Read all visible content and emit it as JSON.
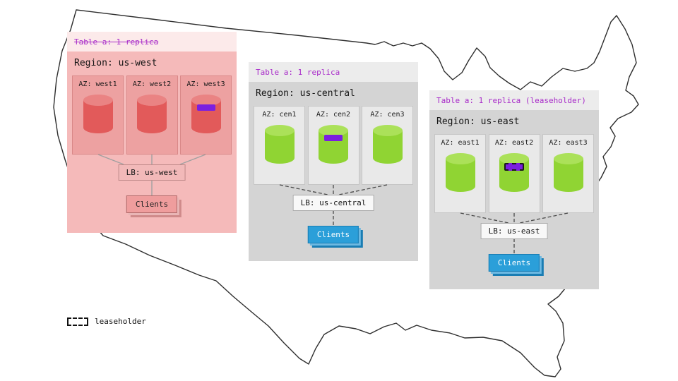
{
  "colors": {
    "purple-text": "#a82bc9",
    "replica-fill": "#7b1fe0",
    "west-panel": "#f5baba",
    "west-header": "#fceaea",
    "west-az": "#eda1a1",
    "west-cyl": "#e25a5a",
    "west-cyl-top": "#ea8383",
    "west-lb": "#f2b9b9",
    "west-clients": "#ef9d9d",
    "gray-panel": "#d4d4d4",
    "gray-header": "#ececec",
    "gray-az": "#e9e9e9",
    "green-cyl": "#90d433",
    "green-cyl-top": "#abe159",
    "lb-bg": "#f8f8f8",
    "clients-blue": "#2b9fd9",
    "map-stroke": "#2e2e2e"
  },
  "regions": [
    {
      "table_label": "Table a: 1 replica",
      "region_label": "Region: us-west",
      "azs": [
        "AZ: west1",
        "AZ: west2",
        "AZ: west3"
      ],
      "lb_label": "LB: us-west",
      "clients_label": "Clients"
    },
    {
      "table_label": "Table a: 1 replica",
      "region_label": "Region: us-central",
      "azs": [
        "AZ: cen1",
        "AZ: cen2",
        "AZ: cen3"
      ],
      "lb_label": "LB: us-central",
      "clients_label": "Clients"
    },
    {
      "table_label": "Table a: 1 replica (leaseholder)",
      "region_label": "Region: us-east",
      "azs": [
        "AZ: east1",
        "AZ: east2",
        "AZ: east3"
      ],
      "lb_label": "LB: us-east",
      "clients_label": "Clients"
    }
  ],
  "legend": {
    "label": "leaseholder"
  },
  "icons": {
    "replica_node": "cylinder",
    "replica_marker": "purple-rect",
    "leaseholder_marker": "purple-rect-dashed",
    "map": "us-outline"
  }
}
